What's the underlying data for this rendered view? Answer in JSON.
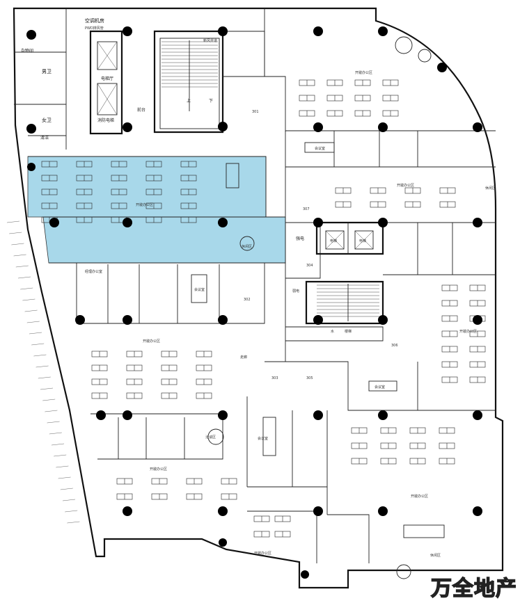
{
  "labels": {
    "storage": "杂物间",
    "aircon_room": "空调机房",
    "pipe_well": "PWD排风管",
    "male_wc": "男卫",
    "female_wc": "女卫",
    "cleaning": "清洁",
    "elevator_hall": "电梯厅",
    "fire_elevator": "消防电梯",
    "front_desk": "前台",
    "pantry_top": "新风井道",
    "stair_up": "上",
    "stair_down": "下",
    "open_office_top": "开敞办公区",
    "open_office_mid": "开敞办公区",
    "open_office_right": "开敞办公区",
    "open_office_left": "开敞办公区",
    "open_office_bottom": "开敞办公区",
    "open_office_bottom_left": "开敞办公区",
    "open_office_lower_right": "开敞办公区",
    "open_office_lower_mid": "开敞办公区",
    "meeting_room_1": "会议室",
    "meeting_room_2": "会议室",
    "meeting_room_3": "会议室",
    "meeting_room_4": "会议室",
    "discussion": "洽谈区",
    "lounge": "休闲区",
    "lounge_2": "休闲区",
    "lounge_3": "休闲区",
    "corridor": "走廊",
    "manager_office": "经理办公室",
    "weak_current": "弱电",
    "strong_current": "强电",
    "pantry": "水",
    "stair_core": "楼梯",
    "elevator_a": "电梯",
    "elevator_b": "电梯",
    "room_305": "305",
    "room_306": "306",
    "room_307": "307",
    "room_301": "301",
    "room_302": "302",
    "room_303": "303",
    "room_304": "304"
  },
  "watermark": "万全地产"
}
